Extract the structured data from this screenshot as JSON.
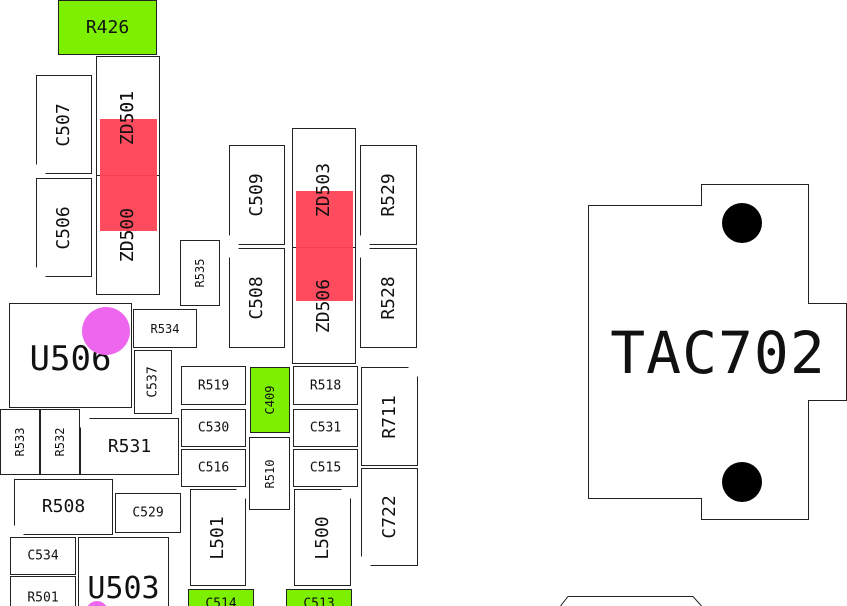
{
  "colors": {
    "outline": "#222222",
    "green_fill": "#7cf000",
    "red_pad": "#ff4155",
    "magenta_marker": "#ee66ee",
    "mount_hole": "#000000"
  },
  "components": {
    "R426": "R426",
    "C507": "C507",
    "ZD501": "ZD501",
    "C506": "C506",
    "ZD500": "ZD500",
    "C509": "C509",
    "ZD503": "ZD503",
    "R529": "R529",
    "R535": "R535",
    "C508": "C508",
    "ZD506": "ZD506",
    "R528": "R528",
    "U506": "U506",
    "R534": "R534",
    "C537": "C537",
    "R519": "R519",
    "C409": "C409",
    "R518": "R518",
    "R711": "R711",
    "R533": "R533",
    "R532": "R532",
    "R531": "R531",
    "C530": "C530",
    "C531": "C531",
    "C516": "C516",
    "R510": "R510",
    "C515": "C515",
    "C722": "C722",
    "R508": "R508",
    "C529": "C529",
    "L501": "L501",
    "L500": "L500",
    "C534": "C534",
    "U503": "U503",
    "R501": "R501",
    "C514": "C514",
    "C513": "C513",
    "TAC702": "TAC702"
  }
}
